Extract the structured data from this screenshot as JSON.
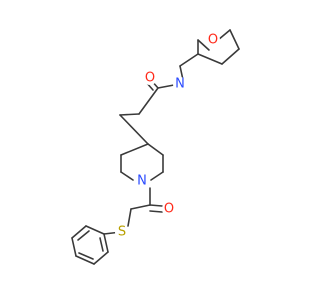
{
  "molecule": {
    "atoms": {
      "o_ring": {
        "symbol": "O",
        "color": "#ff2a1a"
      },
      "o_amide": {
        "symbol": "O",
        "color": "#ff2a1a"
      },
      "n_amide": {
        "symbol": "N",
        "color": "#2b4bff"
      },
      "n_pip": {
        "symbol": "N",
        "color": "#2b4bff"
      },
      "o_acyl": {
        "symbol": "O",
        "color": "#ff2a1a"
      },
      "s_thio": {
        "symbol": "S",
        "color": "#b8a000"
      }
    }
  }
}
